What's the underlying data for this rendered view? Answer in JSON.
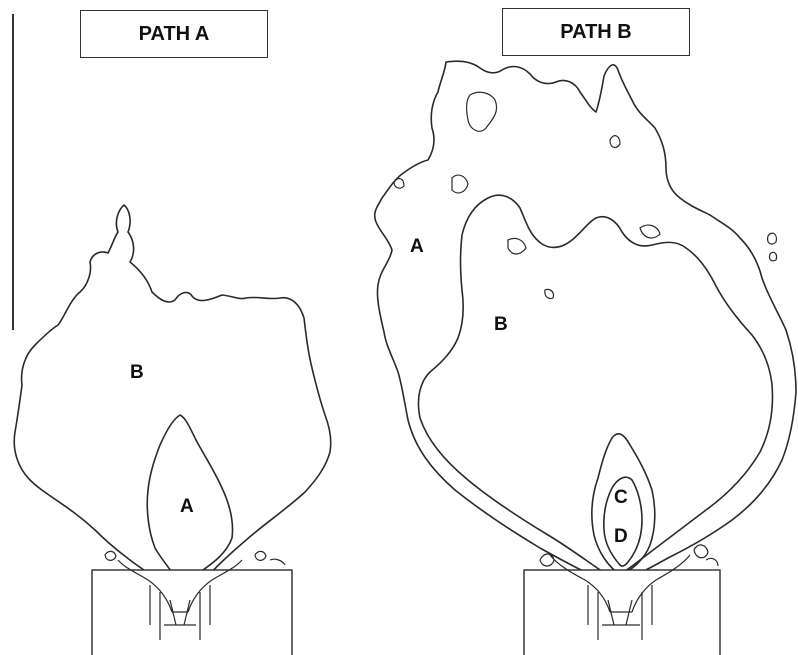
{
  "panels": {
    "left": {
      "title": "PATH A",
      "regions": [
        {
          "id": "B",
          "label": "B"
        },
        {
          "id": "A",
          "label": "A"
        }
      ]
    },
    "right": {
      "title": "PATH B",
      "regions": [
        {
          "id": "A",
          "label": "A"
        },
        {
          "id": "B",
          "label": "B"
        },
        {
          "id": "C",
          "label": "C"
        },
        {
          "id": "D",
          "label": "D"
        }
      ]
    }
  }
}
